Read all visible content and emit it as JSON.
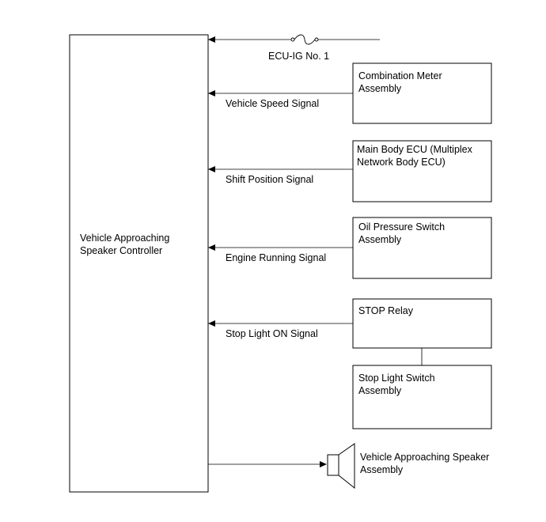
{
  "controller": {
    "line1": "Vehicle Approaching",
    "line2": "Speaker Controller"
  },
  "fuse": {
    "label": "ECU-IG No. 1"
  },
  "components": [
    {
      "line1": "Combination Meter",
      "line2": "Assembly",
      "signal": "Vehicle Speed Signal"
    },
    {
      "line1": "Main Body ECU (Multiplex",
      "line2": "Network Body ECU)",
      "signal": "Shift Position Signal"
    },
    {
      "line1": "Oil Pressure Switch",
      "line2": "Assembly",
      "signal": "Engine Running Signal"
    },
    {
      "line1": "STOP Relay",
      "line2": "",
      "signal": "Stop Light ON Signal"
    },
    {
      "line1": "Stop Light Switch",
      "line2": "Assembly",
      "signal": ""
    }
  ],
  "speaker": {
    "line1": "Vehicle Approaching Speaker",
    "line2": "Assembly"
  }
}
